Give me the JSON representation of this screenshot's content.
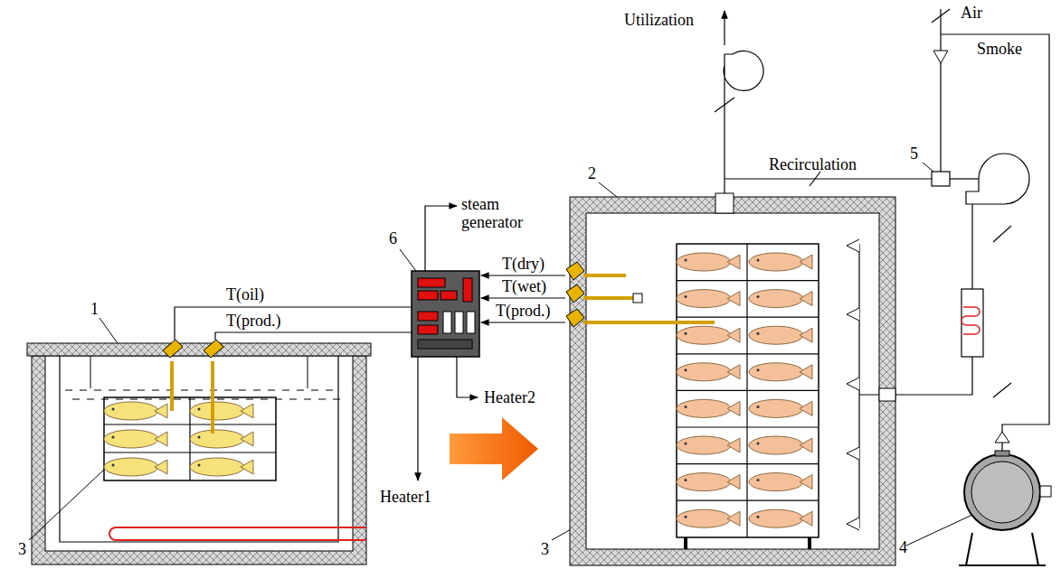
{
  "diagram": {
    "labels": [
      "Utilization",
      "Air",
      "Smoke",
      "5",
      "Recirculation",
      "6",
      "steam generator",
      "2",
      "1",
      "T(oil)",
      "T(prod.)",
      "T(dry)",
      "T(wet)",
      "T(prod.)",
      "Heater2",
      "Heater1",
      "3",
      "3",
      "4"
    ]
  }
}
